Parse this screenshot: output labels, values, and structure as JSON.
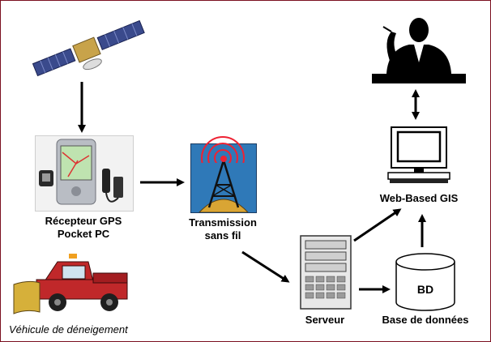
{
  "nodes": {
    "satellite": {
      "icon": "satellite-icon"
    },
    "gps_receiver": {
      "label_line1": "Récepteur GPS",
      "label_line2": "Pocket PC",
      "icon": "gps-pocket-pc-icon"
    },
    "vehicle": {
      "label": "Véhicule de déneigement",
      "icon": "snowplow-truck-icon"
    },
    "transmission": {
      "label_line1": "Transmission",
      "label_line2": "sans fil",
      "icon": "radio-tower-icon"
    },
    "server": {
      "label": "Serveur",
      "icon": "server-icon"
    },
    "database": {
      "label": "Base de données",
      "shape_text": "BD",
      "icon": "database-cylinder-icon"
    },
    "web_gis": {
      "label": "Web-Based GIS",
      "icon": "computer-monitor-icon"
    },
    "user": {
      "icon": "businessman-silhouette-icon"
    }
  },
  "edges": [
    {
      "from": "satellite",
      "to": "gps_receiver"
    },
    {
      "from": "gps_receiver",
      "to": "transmission"
    },
    {
      "from": "transmission",
      "to": "server"
    },
    {
      "from": "server",
      "to": "database"
    },
    {
      "from": "server",
      "to": "web_gis"
    },
    {
      "from": "database",
      "to": "web_gis"
    },
    {
      "from": "web_gis",
      "to": "user",
      "bidirectional": true
    }
  ],
  "colors": {
    "border": "#7b1020",
    "arrow": "#000000",
    "truck_body": "#c0282a",
    "plow": "#d6b03a",
    "tower_sky": "#2f79b8"
  }
}
